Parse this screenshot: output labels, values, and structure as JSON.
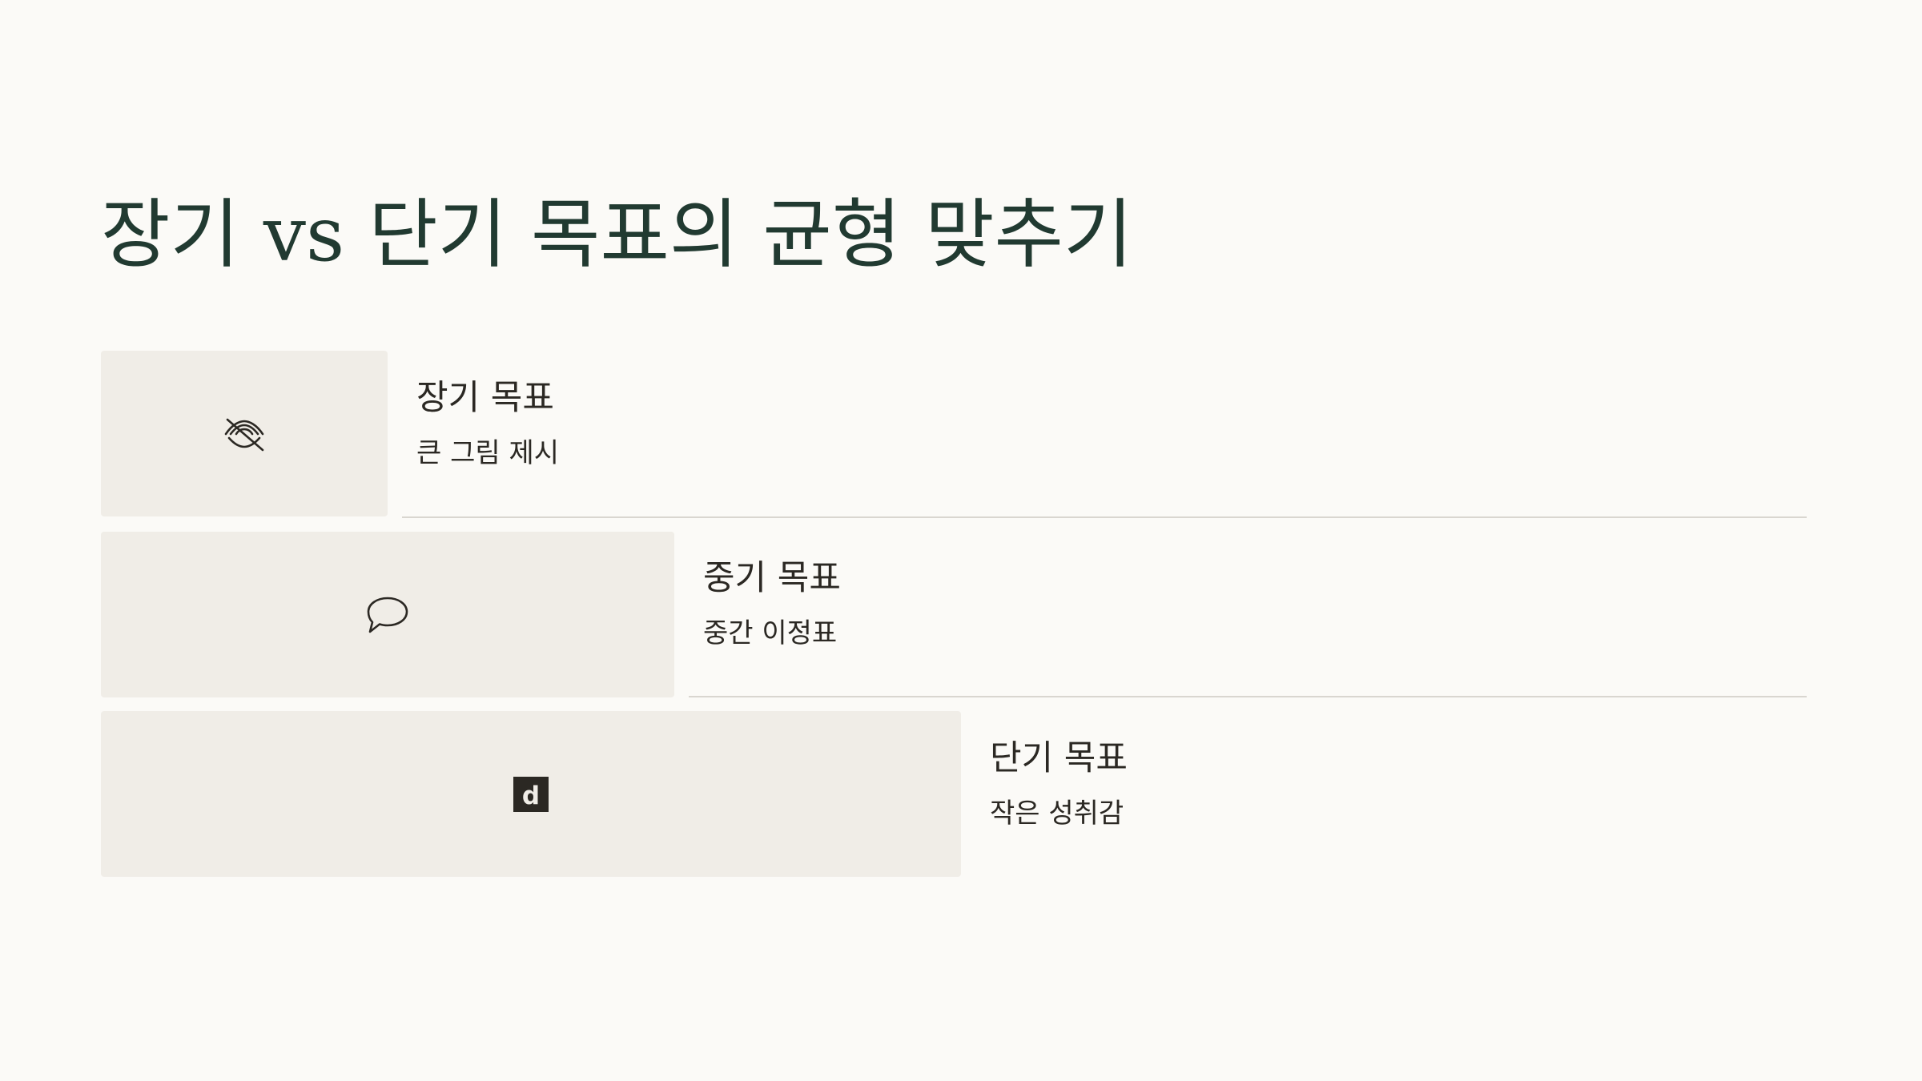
{
  "slide": {
    "title": "장기 vs 단기 목표의 균형 맞추기",
    "items": [
      {
        "icon": "eye-slash-icon",
        "title": "장기 목표",
        "description": "큰 그림 제시"
      },
      {
        "icon": "chat-bubble-icon",
        "title": "중기 목표",
        "description": "중간 이정표"
      },
      {
        "icon": "letter-d-icon",
        "icon_text": "d",
        "title": "단기 목표",
        "description": "작은 성취감"
      }
    ]
  },
  "colors": {
    "background": "#fbfaf7",
    "title": "#213a31",
    "bar": "#f0ede7",
    "text": "#2b2823",
    "divider": "#d9d6d0"
  }
}
